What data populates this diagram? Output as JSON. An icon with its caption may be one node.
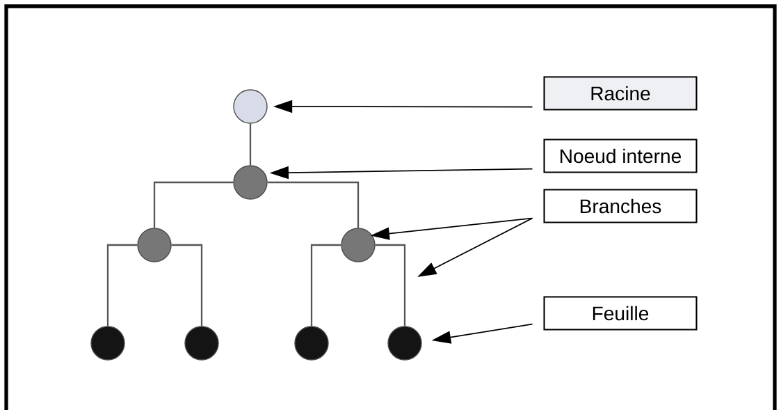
{
  "diagram": {
    "nodes": [
      {
        "text": [],
        "shape": "circle"
      },
      {
        "text": [],
        "shape": "circle"
      },
      {
        "text": [],
        "shape": "circle"
      },
      {
        "text": [],
        "shape": "circle"
      },
      {
        "text": [],
        "shape": "circle"
      },
      {
        "text": [],
        "shape": "circle"
      },
      {
        "text": [],
        "shape": "circle"
      },
      {
        "text": [],
        "shape": "circle"
      },
      {
        "text": [
          "Racine"
        ]
      },
      {
        "text": [
          "Noeud interne"
        ]
      },
      {
        "text": [
          "Branches"
        ]
      },
      {
        "text": [
          "Feuille"
        ]
      }
    ],
    "edges": [
      {
        "from": 0,
        "to": 1,
        "arrow": "none"
      },
      {
        "from": 1,
        "to": 2,
        "arrow": "none"
      },
      {
        "from": 1,
        "to": 3,
        "arrow": "none"
      },
      {
        "from": 2,
        "to": 4,
        "arrow": "none"
      },
      {
        "from": 2,
        "to": 5,
        "arrow": "none"
      },
      {
        "from": 3,
        "to": 6,
        "arrow": "none"
      },
      {
        "from": 3,
        "to": 7,
        "arrow": "none"
      },
      {
        "from": 8,
        "to": 0,
        "arrow": "to"
      },
      {
        "from": 9,
        "to": 1,
        "arrow": "to"
      },
      {
        "from": 10,
        "to": 3,
        "arrow": "to"
      },
      {
        "from": 10,
        "to": null,
        "arrow": "to"
      },
      {
        "from": 11,
        "to": 7,
        "arrow": "to"
      }
    ]
  }
}
